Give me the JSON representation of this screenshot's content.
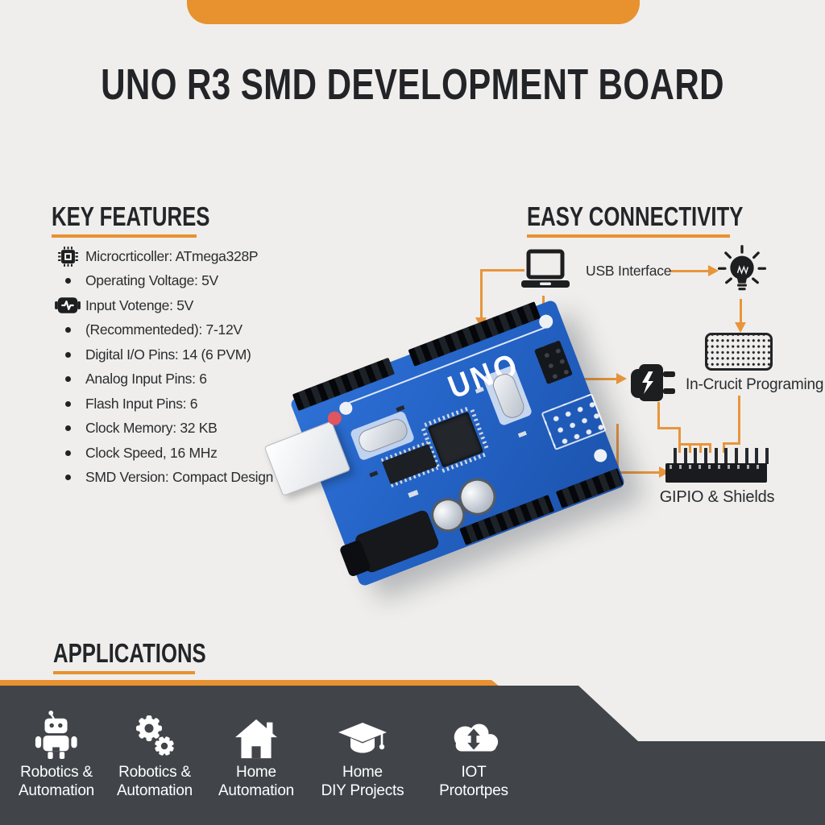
{
  "page": {
    "title": "UNO R3 SMD DEVELOPMENT BOARD"
  },
  "colors": {
    "accent_orange": "#E8912F",
    "line_orange": "#E8953B",
    "footer_background": "#41454A",
    "pcb_blue": "#2463C6",
    "text_dark": "#232528",
    "page_background": "#EFEEEC",
    "icon_black": "#1D1E20"
  },
  "key_features": {
    "heading": "KEY FEATURES",
    "items": [
      {
        "icon": "microchip-icon",
        "text": "Microcrticoller: ATmega328P"
      },
      {
        "icon": "bullet",
        "text": "Operating Voltage: 5V"
      },
      {
        "icon": "voltage-pulse-icon",
        "text": "Input Votenge: 5V"
      },
      {
        "icon": "bullet",
        "text": "(Recommenteded): 7-12V"
      },
      {
        "icon": "bullet",
        "text": "Digital I/O Pins: 14 (6 PVM)"
      },
      {
        "icon": "bullet",
        "text": "Analog Input Pins: 6"
      },
      {
        "icon": "bullet",
        "text": "Flash Input Pins: 6"
      },
      {
        "icon": "bullet",
        "text": "Clock Memory: 32 KB"
      },
      {
        "icon": "bullet",
        "text": "Clock Speed, 16 MHz"
      },
      {
        "icon": "bullet",
        "text": "SMD Version: Compact Design"
      }
    ]
  },
  "easy_connectivity": {
    "heading": "EASY CONNECTIVITY",
    "labels": {
      "usb": "USB Interface",
      "icsp": "In-Crucit Programing",
      "gpio": "GIPIO & Shields"
    },
    "icons": [
      "laptop-icon",
      "lightbulb-icon",
      "perfboard-icon",
      "power-plug-icon",
      "gpio-header-icon"
    ]
  },
  "board": {
    "silkscreen": "UNO"
  },
  "applications": {
    "heading": "APPLICATIONS",
    "items": [
      {
        "icon": "robot-icon",
        "line1": "Robotics &",
        "line2": "Automation"
      },
      {
        "icon": "gears-icon",
        "line1": "Robotics &",
        "line2": "Automation"
      },
      {
        "icon": "home-icon",
        "line1": "Home",
        "line2": "Automation"
      },
      {
        "icon": "graduation-cap-icon",
        "line1": "Home",
        "line2": "DIY Projects"
      },
      {
        "icon": "cloud-icon",
        "line1": "IOT",
        "line2": "Protortpes"
      }
    ]
  }
}
